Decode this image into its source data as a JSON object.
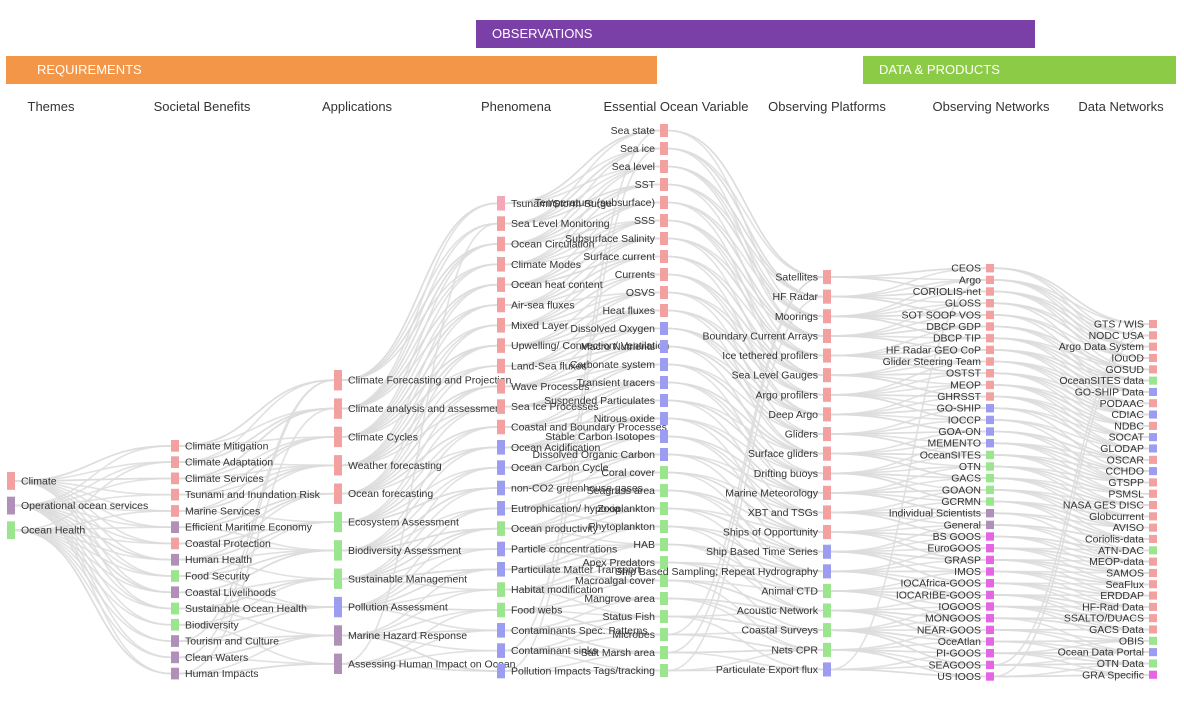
{
  "bands": {
    "observations": "OBSERVATIONS",
    "requirements": "REQUIREMENTS",
    "data_products": "DATA & PRODUCTS"
  },
  "headers": [
    "Themes",
    "Societal Benefits",
    "Applications",
    "Phenomena",
    "Essential Ocean Variable",
    "Observing Platforms",
    "Observing Networks",
    "Data Networks"
  ],
  "colors": {
    "red": "#f3a0a0",
    "purple": "#b08fb8",
    "green": "#9be58f",
    "blue": "#9c9cf0",
    "pink": "#f3a7b8",
    "magenta": "#e565e5",
    "link": "#dcdcdc"
  },
  "columns": [
    {
      "side": "right",
      "nodes": [
        {
          "label": "Climate",
          "color": "red"
        },
        {
          "label": "Operational ocean services",
          "color": "purple"
        },
        {
          "label": "Ocean Health",
          "color": "green"
        }
      ]
    },
    {
      "side": "right",
      "nodes": [
        {
          "label": "Climate Mitigation",
          "color": "red"
        },
        {
          "label": "Climate Adaptation",
          "color": "red"
        },
        {
          "label": "Climate Services",
          "color": "red"
        },
        {
          "label": "Tsunami and Inundation Risk",
          "color": "red"
        },
        {
          "label": "Marine Services",
          "color": "red"
        },
        {
          "label": "Efficient Maritime Economy",
          "color": "purple"
        },
        {
          "label": "Coastal Protection",
          "color": "red"
        },
        {
          "label": "Human Health",
          "color": "purple"
        },
        {
          "label": "Food Security",
          "color": "green"
        },
        {
          "label": "Coastal Livelihoods",
          "color": "purple"
        },
        {
          "label": "Sustainable Ocean Health",
          "color": "green"
        },
        {
          "label": "Biodiversity",
          "color": "green"
        },
        {
          "label": "Tourism and Culture",
          "color": "purple"
        },
        {
          "label": "Clean Waters",
          "color": "purple"
        },
        {
          "label": "Human Impacts",
          "color": "purple"
        }
      ]
    },
    {
      "side": "right",
      "nodes": [
        {
          "label": "Climate Forecasting and Projection",
          "color": "red"
        },
        {
          "label": "Climate analysis and assessment",
          "color": "red"
        },
        {
          "label": "Climate Cycles",
          "color": "red"
        },
        {
          "label": "Weather forecasting",
          "color": "red"
        },
        {
          "label": "Ocean forecasting",
          "color": "red"
        },
        {
          "label": "Ecosystem Assessment",
          "color": "green"
        },
        {
          "label": "Biodiversity Assessment",
          "color": "green"
        },
        {
          "label": "Sustainable Management",
          "color": "green"
        },
        {
          "label": "Pollution Assessment",
          "color": "blue"
        },
        {
          "label": "Marine Hazard Response",
          "color": "purple"
        },
        {
          "label": "Assessing Human Impact on Ocean",
          "color": "purple"
        }
      ]
    },
    {
      "side": "right",
      "nodes": [
        {
          "label": "Tsunami/Storm Surge",
          "color": "pink"
        },
        {
          "label": "Sea Level Monitoring",
          "color": "red"
        },
        {
          "label": "Ocean Circulation",
          "color": "red"
        },
        {
          "label": "Climate Modes",
          "color": "red"
        },
        {
          "label": "Ocean heat content",
          "color": "red"
        },
        {
          "label": "Air-sea fluxes",
          "color": "red"
        },
        {
          "label": "Mixed Layer",
          "color": "red"
        },
        {
          "label": "Upwelling/ Convection/ Ventilation",
          "color": "red"
        },
        {
          "label": "Land-Sea fluxes",
          "color": "red"
        },
        {
          "label": "Wave Processes",
          "color": "red"
        },
        {
          "label": "Sea Ice Processes",
          "color": "red"
        },
        {
          "label": "Coastal and Boundary Processes",
          "color": "red"
        },
        {
          "label": "Ocean Acidification",
          "color": "blue"
        },
        {
          "label": "Ocean Carbon Cycle",
          "color": "blue"
        },
        {
          "label": "non-CO2 greenhouse gases",
          "color": "blue"
        },
        {
          "label": "Eutrophication/ hypoxia",
          "color": "blue"
        },
        {
          "label": "Ocean productivity",
          "color": "green"
        },
        {
          "label": "Particle concentrations",
          "color": "blue"
        },
        {
          "label": "Particulate Matter Transport",
          "color": "blue"
        },
        {
          "label": "Habitat modification",
          "color": "green"
        },
        {
          "label": "Food webs",
          "color": "green"
        },
        {
          "label": "Contaminants Spec. Patterns",
          "color": "blue"
        },
        {
          "label": "Contaminant sinks",
          "color": "blue"
        },
        {
          "label": "Pollution Impacts",
          "color": "blue"
        }
      ]
    },
    {
      "side": "left",
      "nodes": [
        {
          "label": "Sea state",
          "color": "red"
        },
        {
          "label": "Sea ice",
          "color": "red"
        },
        {
          "label": "Sea level",
          "color": "red"
        },
        {
          "label": "SST",
          "color": "red"
        },
        {
          "label": "Temperature (subsurface)",
          "color": "red"
        },
        {
          "label": "SSS",
          "color": "red"
        },
        {
          "label": "Subsurface Salinity",
          "color": "red"
        },
        {
          "label": "Surface current",
          "color": "red"
        },
        {
          "label": "Currents",
          "color": "red"
        },
        {
          "label": "OSVS",
          "color": "red"
        },
        {
          "label": "Heat fluxes",
          "color": "red"
        },
        {
          "label": "Dissolved Oxygen",
          "color": "blue"
        },
        {
          "label": "Macro Nutrients",
          "color": "blue"
        },
        {
          "label": "Carbonate system",
          "color": "blue"
        },
        {
          "label": "Transient tracers",
          "color": "blue"
        },
        {
          "label": "Suspended Particulates",
          "color": "blue"
        },
        {
          "label": "Nitrous oxide",
          "color": "blue"
        },
        {
          "label": "Stable Carbon Isotopes",
          "color": "blue"
        },
        {
          "label": "Dissolved Organic Carbon",
          "color": "blue"
        },
        {
          "label": "Coral cover",
          "color": "green"
        },
        {
          "label": "Seagrass area",
          "color": "green"
        },
        {
          "label": "Zooplankton",
          "color": "green"
        },
        {
          "label": "Phytoplankton",
          "color": "green"
        },
        {
          "label": "HAB",
          "color": "green"
        },
        {
          "label": "Apex Predators",
          "color": "green"
        },
        {
          "label": "Macroalgal cover",
          "color": "green"
        },
        {
          "label": "Mangrove area",
          "color": "green"
        },
        {
          "label": "Status Fish",
          "color": "green"
        },
        {
          "label": "Microbes",
          "color": "green"
        },
        {
          "label": "Salt Marsh area",
          "color": "green"
        },
        {
          "label": "Tags/tracking",
          "color": "green"
        }
      ]
    },
    {
      "side": "left",
      "nodes": [
        {
          "label": "Satellites",
          "color": "red"
        },
        {
          "label": "HF Radar",
          "color": "red"
        },
        {
          "label": "Moorings",
          "color": "red"
        },
        {
          "label": "Boundary Current Arrays",
          "color": "red"
        },
        {
          "label": "Ice tethered profilers",
          "color": "red"
        },
        {
          "label": "Sea Level Gauges",
          "color": "red"
        },
        {
          "label": "Argo profilers",
          "color": "red"
        },
        {
          "label": "Deep Argo",
          "color": "red"
        },
        {
          "label": "Gliders",
          "color": "red"
        },
        {
          "label": "Surface gliders",
          "color": "red"
        },
        {
          "label": "Drifting buoys",
          "color": "red"
        },
        {
          "label": "Marine Meteorology",
          "color": "red"
        },
        {
          "label": "XBT and TSGs",
          "color": "red"
        },
        {
          "label": "Ships of Opportunity",
          "color": "red"
        },
        {
          "label": "Ship Based Time Series",
          "color": "blue"
        },
        {
          "label": "Ship Based Sampling; Repeat Hydrography",
          "color": "blue"
        },
        {
          "label": "Animal CTD",
          "color": "green"
        },
        {
          "label": "Acoustic Network",
          "color": "green"
        },
        {
          "label": "Coastal Surveys",
          "color": "green"
        },
        {
          "label": "Nets CPR",
          "color": "green"
        },
        {
          "label": "Particulate Export flux",
          "color": "blue"
        }
      ]
    },
    {
      "side": "left",
      "nodes": [
        {
          "label": "CEOS",
          "color": "red"
        },
        {
          "label": "Argo",
          "color": "red"
        },
        {
          "label": "CORIOLIS-net",
          "color": "red"
        },
        {
          "label": "GLOSS",
          "color": "red"
        },
        {
          "label": "SOT SOOP VOS",
          "color": "red"
        },
        {
          "label": "DBCP GDP",
          "color": "red"
        },
        {
          "label": "DBCP TIP",
          "color": "red"
        },
        {
          "label": "HF Radar GEO CoP",
          "color": "red"
        },
        {
          "label": "Glider Steering Team",
          "color": "red"
        },
        {
          "label": "OSTST",
          "color": "red"
        },
        {
          "label": "MEOP",
          "color": "red"
        },
        {
          "label": "GHRSST",
          "color": "red"
        },
        {
          "label": "GO-SHIP",
          "color": "blue"
        },
        {
          "label": "IOCCP",
          "color": "blue"
        },
        {
          "label": "GOA-ON",
          "color": "blue"
        },
        {
          "label": "MEMENTO",
          "color": "blue"
        },
        {
          "label": "OceanSITES",
          "color": "green"
        },
        {
          "label": "OTN",
          "color": "green"
        },
        {
          "label": "GACS",
          "color": "green"
        },
        {
          "label": "GOAON",
          "color": "green"
        },
        {
          "label": "GCRMN",
          "color": "green"
        },
        {
          "label": "Individual Scientists",
          "color": "purple"
        },
        {
          "label": "General",
          "color": "purple"
        },
        {
          "label": "BS GOOS",
          "color": "magenta"
        },
        {
          "label": "EuroGOOS",
          "color": "magenta"
        },
        {
          "label": "GRASP",
          "color": "magenta"
        },
        {
          "label": "IMOS",
          "color": "magenta"
        },
        {
          "label": "IOCAfrica-GOOS",
          "color": "magenta"
        },
        {
          "label": "IOCARIBE-GOOS",
          "color": "magenta"
        },
        {
          "label": "IOGOOS",
          "color": "magenta"
        },
        {
          "label": "MONGOOS",
          "color": "magenta"
        },
        {
          "label": "NEAR-GOOS",
          "color": "magenta"
        },
        {
          "label": "OceAtlan",
          "color": "magenta"
        },
        {
          "label": "PI-GOOS",
          "color": "magenta"
        },
        {
          "label": "SEAGOOS",
          "color": "magenta"
        },
        {
          "label": "US IOOS",
          "color": "magenta"
        }
      ]
    },
    {
      "side": "left",
      "nodes": [
        {
          "label": "GTS / WIS",
          "color": "red"
        },
        {
          "label": "NODC USA",
          "color": "red"
        },
        {
          "label": "Argo Data System",
          "color": "red"
        },
        {
          "label": "IOuOD",
          "color": "red"
        },
        {
          "label": "GOSUD",
          "color": "red"
        },
        {
          "label": "OceanSITES data",
          "color": "green"
        },
        {
          "label": "GO-SHIP Data",
          "color": "blue"
        },
        {
          "label": "PODAAC",
          "color": "red"
        },
        {
          "label": "CDIAC",
          "color": "blue"
        },
        {
          "label": "NDBC",
          "color": "red"
        },
        {
          "label": "SOCAT",
          "color": "blue"
        },
        {
          "label": "GLODAP",
          "color": "blue"
        },
        {
          "label": "OSCAR",
          "color": "red"
        },
        {
          "label": "CCHDO",
          "color": "blue"
        },
        {
          "label": "GTSPP",
          "color": "red"
        },
        {
          "label": "PSMSL",
          "color": "red"
        },
        {
          "label": "NASA GES DISC",
          "color": "red"
        },
        {
          "label": "Globcurrent",
          "color": "red"
        },
        {
          "label": "AVISO",
          "color": "red"
        },
        {
          "label": "Coriolis-data",
          "color": "red"
        },
        {
          "label": "ATN-DAC",
          "color": "green"
        },
        {
          "label": "MEOP-data",
          "color": "red"
        },
        {
          "label": "SAMOS",
          "color": "red"
        },
        {
          "label": "SeaFlux",
          "color": "red"
        },
        {
          "label": "ERDDAP",
          "color": "red"
        },
        {
          "label": "HF-Rad Data",
          "color": "red"
        },
        {
          "label": "SSALTO/DUACS",
          "color": "red"
        },
        {
          "label": "GACS Data",
          "color": "red"
        },
        {
          "label": "OBIS",
          "color": "green"
        },
        {
          "label": "Ocean Data Portal",
          "color": "blue"
        },
        {
          "label": "OTN Data",
          "color": "green"
        },
        {
          "label": "GRA Specific",
          "color": "magenta"
        }
      ]
    }
  ]
}
